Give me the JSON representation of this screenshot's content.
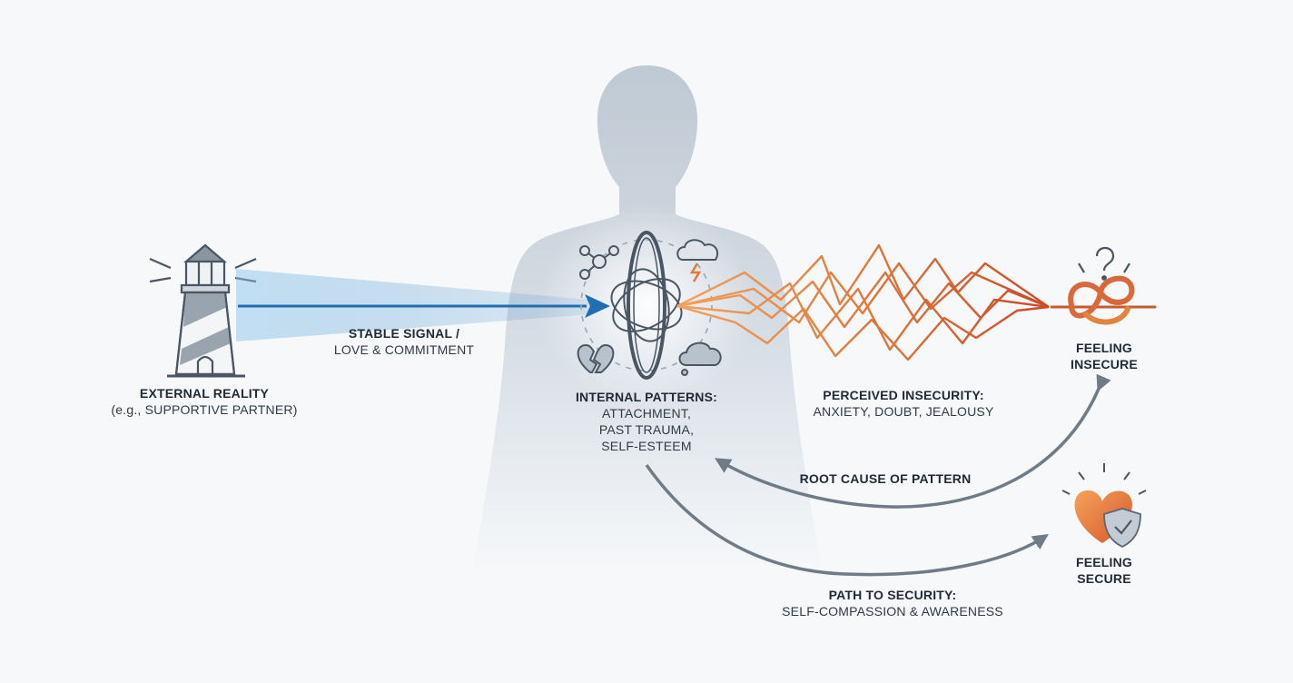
{
  "labels": {
    "external_reality": {
      "title": "EXTERNAL REALITY",
      "subtitle": "(e.g., SUPPORTIVE PARTNER)"
    },
    "stable_signal": {
      "line1": "STABLE SIGNAL /",
      "line2": "LOVE & COMMITMENT"
    },
    "internal_patterns": {
      "title": "INTERNAL PATTERNS:",
      "line1": "ATTACHMENT,",
      "line2": "PAST TRAUMA,",
      "line3": "SELF-ESTEEM"
    },
    "perceived_insecurity": {
      "title": "PERCEIVED INSECURITY:",
      "subtitle": "ANXIETY, DOUBT, JEALOUSY"
    },
    "feeling_insecure": {
      "line1": "FEELING",
      "line2": "INSECURE"
    },
    "root_cause": {
      "text": "ROOT CAUSE OF PATTERN"
    },
    "feeling_secure": {
      "line1": "FEELING",
      "line2": "SECURE"
    },
    "path_to_security": {
      "title": "PATH TO SECURITY:",
      "subtitle": "SELF-COMPASSION & AWARENESS"
    }
  },
  "icons": [
    "lighthouse-icon",
    "molecule-icon",
    "storm-cloud-icon",
    "broken-heart-icon",
    "thought-cloud-icon",
    "core-atom-icon",
    "tangled-knot-icon",
    "shielded-heart-icon",
    "question-mark-icon"
  ],
  "colors": {
    "signal_blue": "#1f6fb4",
    "distortion_orange": "#e2783a",
    "distortion_red": "#cc4a28",
    "arrow_gray": "#6f7b86",
    "silhouette": "#c3cdd7"
  }
}
